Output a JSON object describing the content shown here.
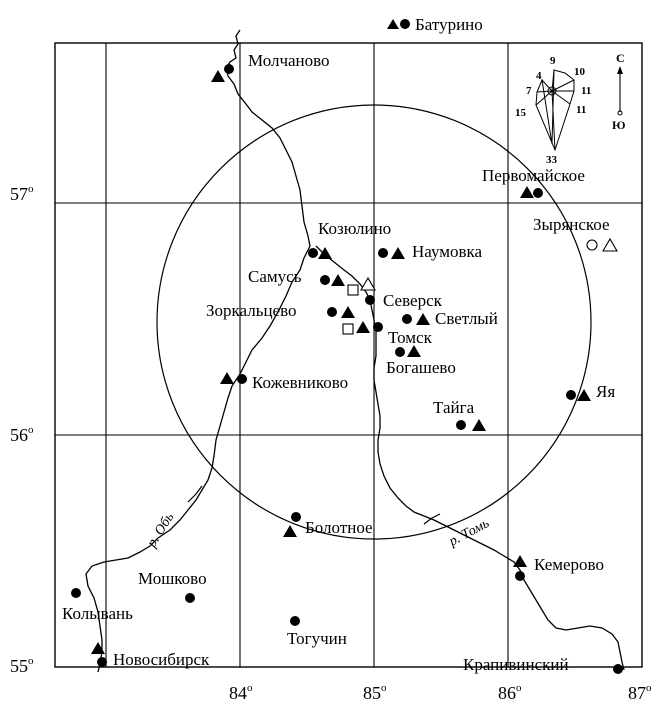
{
  "axes": {
    "lon_ticks": [
      {
        "value": "84",
        "unit": "o"
      },
      {
        "value": "85",
        "unit": "o"
      },
      {
        "value": "86",
        "unit": "o"
      },
      {
        "value": "87",
        "unit": "o"
      }
    ],
    "lat_ticks": [
      {
        "value": "57",
        "unit": "o"
      },
      {
        "value": "56",
        "unit": "o"
      },
      {
        "value": "55",
        "unit": "o"
      }
    ]
  },
  "rivers": [
    {
      "label": "р. Обь"
    },
    {
      "label": "р. Томь"
    }
  ],
  "places": [
    {
      "name": "Батурино",
      "markers": [
        "triangle-filled",
        "circle-filled"
      ]
    },
    {
      "name": "Молчаново",
      "markers": [
        "triangle-filled",
        "circle-filled"
      ]
    },
    {
      "name": "Первомайское",
      "markers": [
        "triangle-filled",
        "circle-filled"
      ]
    },
    {
      "name": "Зырянское",
      "markers": [
        "circle-open",
        "triangle-open"
      ]
    },
    {
      "name": "Козюлино",
      "markers": [
        "circle-filled",
        "triangle-filled"
      ]
    },
    {
      "name": "Наумовка",
      "markers": [
        "circle-filled",
        "triangle-filled"
      ]
    },
    {
      "name": "Самусь",
      "markers": [
        "circle-filled",
        "triangle-filled"
      ]
    },
    {
      "name": "Северск",
      "markers": [
        "square-open",
        "triangle-open",
        "circle-filled"
      ]
    },
    {
      "name": "Зоркальцево",
      "markers": [
        "circle-filled",
        "triangle-filled"
      ]
    },
    {
      "name": "Светлый",
      "markers": [
        "circle-filled",
        "triangle-filled"
      ]
    },
    {
      "name": "Томск",
      "markers": [
        "square-open",
        "triangle-filled",
        "circle-filled"
      ]
    },
    {
      "name": "Богашево",
      "markers": [
        "circle-filled",
        "triangle-filled"
      ]
    },
    {
      "name": "Кожевниково",
      "markers": [
        "triangle-filled",
        "circle-filled"
      ]
    },
    {
      "name": "Яя",
      "markers": [
        "circle-filled",
        "triangle-filled"
      ]
    },
    {
      "name": "Тайга",
      "markers": [
        "circle-filled",
        "triangle-filled"
      ]
    },
    {
      "name": "Болотное",
      "markers": [
        "circle-filled",
        "triangle-filled"
      ]
    },
    {
      "name": "Мошково",
      "markers": [
        "circle-filled"
      ]
    },
    {
      "name": "Колывань",
      "markers": [
        "circle-filled"
      ]
    },
    {
      "name": "Кемерово",
      "markers": [
        "triangle-filled",
        "circle-filled"
      ]
    },
    {
      "name": "Тогучин",
      "markers": [
        "circle-filled"
      ]
    },
    {
      "name": "Новосибирск",
      "markers": [
        "triangle-filled",
        "circle-filled"
      ]
    },
    {
      "name": "Крапивинский",
      "markers": [
        "circle-filled"
      ]
    }
  ],
  "wind_rose": {
    "values": [
      "9",
      "10",
      "11",
      "11",
      "33",
      "15",
      "7",
      "4"
    ]
  },
  "compass": {
    "north": "С",
    "south": "Ю"
  }
}
